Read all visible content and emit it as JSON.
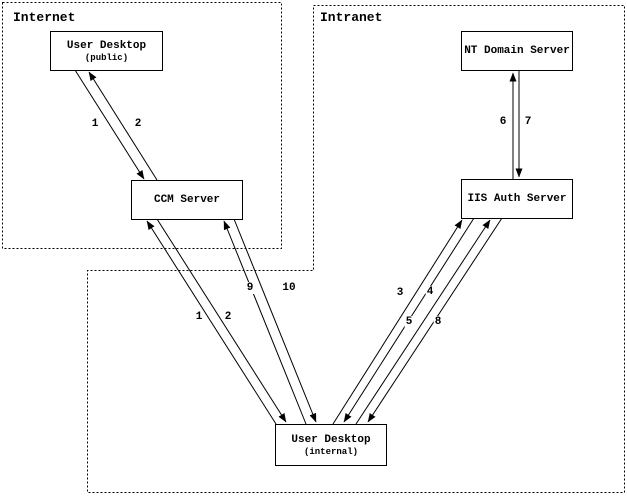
{
  "zones": [
    {
      "id": "internet",
      "label": "Internet"
    },
    {
      "id": "intranet",
      "label": "Intranet"
    }
  ],
  "nodes": [
    {
      "id": "user-desktop-public",
      "title": "User Desktop",
      "subtitle": "(public)",
      "zone": "internet"
    },
    {
      "id": "ccm-server",
      "title": "CCM Server",
      "zone": "internet"
    },
    {
      "id": "nt-domain-server",
      "title": "NT Domain Server",
      "zone": "intranet"
    },
    {
      "id": "iis-auth-server",
      "title": "IIS Auth Server",
      "zone": "intranet"
    },
    {
      "id": "user-desktop-internal",
      "title": "User Desktop",
      "subtitle": "(internal)",
      "zone": "intranet"
    }
  ],
  "flows": [
    {
      "label": "1",
      "from": "user-desktop-public",
      "to": "ccm-server"
    },
    {
      "label": "2",
      "from": "ccm-server",
      "to": "user-desktop-public"
    },
    {
      "label": "1",
      "from": "user-desktop-internal",
      "to": "ccm-server"
    },
    {
      "label": "2",
      "from": "ccm-server",
      "to": "user-desktop-internal"
    },
    {
      "label": "9",
      "from": "user-desktop-internal",
      "to": "ccm-server"
    },
    {
      "label": "10",
      "from": "ccm-server",
      "to": "user-desktop-internal"
    },
    {
      "label": "3",
      "from": "user-desktop-internal",
      "to": "iis-auth-server"
    },
    {
      "label": "4",
      "from": "iis-auth-server",
      "to": "user-desktop-internal"
    },
    {
      "label": "5",
      "from": "user-desktop-internal",
      "to": "iis-auth-server"
    },
    {
      "label": "8",
      "from": "iis-auth-server",
      "to": "user-desktop-internal"
    },
    {
      "label": "6",
      "from": "iis-auth-server",
      "to": "nt-domain-server"
    },
    {
      "label": "7",
      "from": "nt-domain-server",
      "to": "iis-auth-server"
    }
  ],
  "colors": {
    "foreground": "#000000",
    "background": "#ffffff"
  }
}
